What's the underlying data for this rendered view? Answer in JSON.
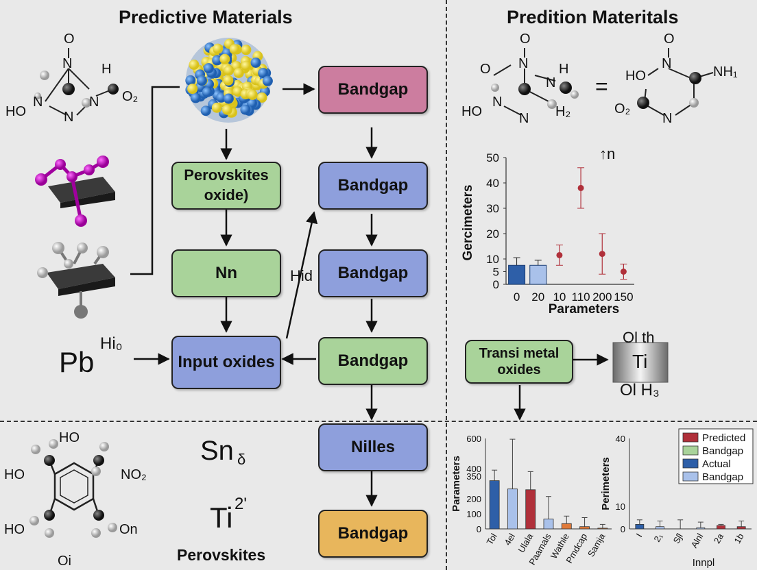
{
  "titles": {
    "left": "Predictive Materials",
    "right": "Predition Materitals"
  },
  "boxes": {
    "bandgap_top": "Bandgap",
    "bandgap_2": "Bandgap",
    "bandgap_3": "Bandgap",
    "bandgap_4": "Bandgap",
    "bandgap_bottom": "Bandgap",
    "nilles": "Nilles",
    "perovskites_oxide": "Perovskites oxide)",
    "nn": "Nn",
    "input_oxides": "Input oxides",
    "transi_metal_oxides": "Transi metal oxides"
  },
  "labels": {
    "hid": "Hid",
    "pb": "Pb",
    "pb_sup": "Hi₀",
    "sn": "Sn",
    "sn_sub": "δ",
    "ti": "Ti",
    "ti_sup": "2'",
    "perovskites": "Perovskites",
    "ti_block": "Ti",
    "ti_top": "Ol th",
    "ti_bottom": "Ol H₃",
    "equals": "=",
    "arrow_n": "↑n"
  },
  "molecules": {
    "m1": [
      "O",
      "N",
      "H",
      "HO",
      "N",
      "N",
      "N",
      "O₂"
    ],
    "m2": [
      "O",
      "N",
      "H",
      "HO",
      "O",
      "N",
      "N",
      "N",
      "H₂"
    ],
    "m3": [
      "O",
      "N",
      "NH₁",
      "HO",
      "O₂",
      "N"
    ],
    "m4": [
      "HO",
      "HO",
      "NO₂",
      "HO",
      "On",
      "Oi"
    ]
  },
  "colors": {
    "accent_red": "#b0303a",
    "bar_blue": "#2e5fa8",
    "bar_light": "#a9c1ea",
    "bar_green": "#a9d39a",
    "bar_orange": "#e07a3a"
  },
  "chart_data": [
    {
      "type": "bar",
      "ylabel": "Gercimeters",
      "xlabel": "Parameters",
      "categories": [
        "0",
        "20",
        "10",
        "110",
        "200",
        "150"
      ],
      "ylim": [
        0,
        50
      ],
      "yticks": [
        0,
        5,
        10,
        20,
        30,
        40,
        50
      ],
      "series": [
        {
          "kind": "bar",
          "values": [
            7.5,
            7.5,
            null,
            null,
            null,
            null
          ],
          "errors": [
            3,
            2,
            null,
            null,
            null,
            null
          ],
          "colors": [
            "#2e5fa8",
            "#a9c1ea"
          ]
        },
        {
          "kind": "point",
          "values": [
            null,
            null,
            11.5,
            38,
            12,
            5
          ],
          "errors": [
            null,
            null,
            4,
            8,
            8,
            3
          ]
        }
      ]
    },
    {
      "type": "bar",
      "ylabel": "Parameters",
      "categories": [
        "Tol",
        "4el",
        "Ulala",
        "Paamals",
        "Wathle",
        "Pmdcap",
        "Samja"
      ],
      "ylim": [
        0,
        600
      ],
      "yticks": [
        0,
        100,
        200,
        350,
        400,
        600
      ],
      "values": [
        320,
        265,
        260,
        65,
        35,
        15,
        5
      ],
      "errors": [
        70,
        330,
        120,
        150,
        50,
        60,
        25
      ],
      "colors": [
        "#2e5fa8",
        "#a9c1ea",
        "#b0303a",
        "#a9c1ea",
        "#e07a3a",
        "#e07a3a",
        "#e07a3a"
      ]
    },
    {
      "type": "bar",
      "ylabel": "Perimeters",
      "xlabel": "Innpl",
      "categories": [
        "I",
        "2₁",
        "Sʃl",
        "Alnl",
        "2a",
        "1b"
      ],
      "ylim": [
        0,
        40
      ],
      "yticks": [
        0,
        10,
        40
      ],
      "values": [
        2,
        1,
        0,
        0.5,
        1.5,
        1
      ],
      "errors": [
        2,
        2.5,
        4,
        2.5,
        0.5,
        2.5
      ],
      "colors": [
        "#2e5fa8",
        "#a9c1ea",
        "#b0303a",
        "#a9c1ea",
        "#b0303a",
        "#b0303a"
      ],
      "legend": {
        "placement": "top-right",
        "entries": [
          {
            "label": "Predicted",
            "color": "#b0303a"
          },
          {
            "label": "Bandgap",
            "color": "#a9d39a"
          },
          {
            "label": "Actual",
            "color": "#2e5fa8"
          },
          {
            "label": "Bandgap",
            "color": "#a9c1ea"
          }
        ]
      }
    }
  ]
}
